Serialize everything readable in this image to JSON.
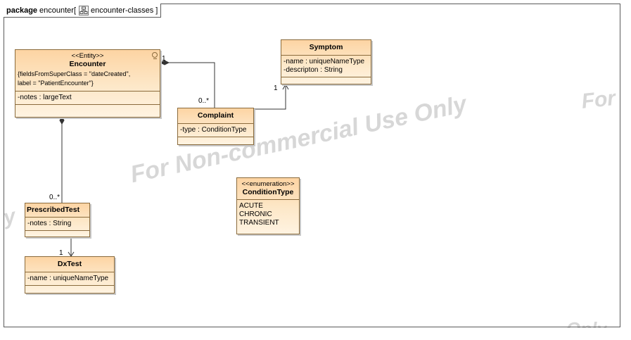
{
  "package": {
    "keyword": "package",
    "name": "encounter[",
    "diagram_icon": "class-diagram-icon",
    "diagram_name": "encounter-classes",
    "close_bracket": "]"
  },
  "watermark": {
    "main": "For Non-commercial Use Only",
    "right_fragment": "For",
    "left_fragment": "y",
    "bottom_fragment": "Only"
  },
  "classes": {
    "encounter": {
      "stereotype": "<<Entity>>",
      "name": "Encounter",
      "tagged_line1": "{fieldsFromSuperClass = \"dateCreated\",",
      "tagged_line2": "label = \"PatientEncounter\"}",
      "attributes": [
        "-notes : largeText"
      ],
      "icon": "entity-icon"
    },
    "symptom": {
      "name": "Symptom",
      "attributes": [
        "-name : uniqueNameType",
        "-descripton : String"
      ]
    },
    "complaint": {
      "name": "Complaint",
      "attributes": [
        "-type : ConditionType"
      ]
    },
    "condition_type": {
      "stereotype": "<<enumeration>>",
      "name": "ConditionType",
      "literals": [
        "ACUTE",
        "CHRONIC",
        "TRANSIENT"
      ]
    },
    "prescribed_test": {
      "name": "PrescribedTest",
      "attributes": [
        "-notes : String"
      ]
    },
    "dx_test": {
      "name": "DxTest",
      "attributes": [
        "-name : uniqueNameType"
      ]
    }
  },
  "associations": {
    "encounter_complaint": {
      "source_mult": "1",
      "target_mult": "0..*",
      "kind": "composition"
    },
    "complaint_symptom": {
      "target_mult": "1",
      "kind": "directed"
    },
    "encounter_prescribed": {
      "target_mult": "0..*",
      "kind": "composition"
    },
    "prescribed_dx": {
      "target_mult": "1",
      "kind": "directed"
    }
  }
}
